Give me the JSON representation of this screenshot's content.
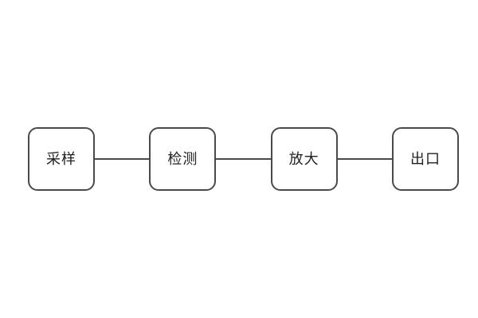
{
  "diagram": {
    "type": "flowchart",
    "direction": "left-to-right",
    "nodes": [
      {
        "id": "sampling",
        "label": "采样"
      },
      {
        "id": "detection",
        "label": "检测"
      },
      {
        "id": "amplification",
        "label": "放大"
      },
      {
        "id": "output",
        "label": "出口"
      }
    ],
    "edges": [
      {
        "from": "sampling",
        "to": "detection",
        "style": "plain-line"
      },
      {
        "from": "detection",
        "to": "amplification",
        "style": "plain-line"
      },
      {
        "from": "amplification",
        "to": "output",
        "style": "plain-line"
      }
    ],
    "colors": {
      "background": "#ffffff",
      "node_border": "#4a4a4a",
      "node_fill": "#ffffff",
      "connector": "#4a4a4a",
      "text": "#1f1f1f"
    }
  }
}
